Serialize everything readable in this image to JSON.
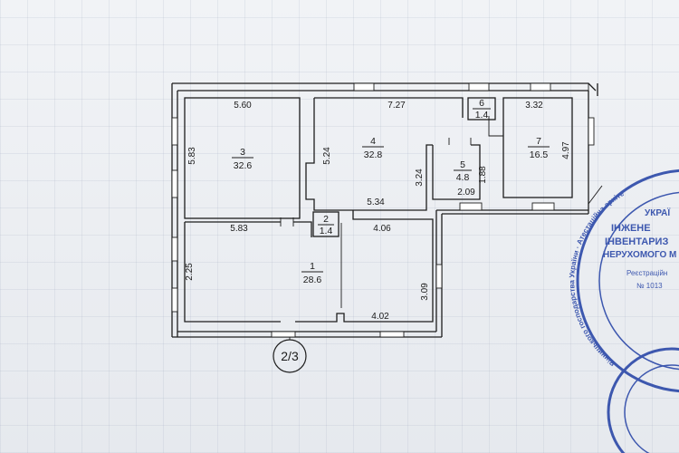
{
  "plan": {
    "sheet_label": "2/3",
    "rooms": [
      {
        "id": "room-1",
        "number": "1",
        "area": "28.6"
      },
      {
        "id": "room-2",
        "number": "2",
        "area": "1.4"
      },
      {
        "id": "room-3",
        "number": "3",
        "area": "32.6"
      },
      {
        "id": "room-4",
        "number": "4",
        "area": "32.8"
      },
      {
        "id": "room-5",
        "number": "5",
        "area": "4.8"
      },
      {
        "id": "room-6",
        "number": "6",
        "area": "1.4"
      },
      {
        "id": "room-7",
        "number": "7",
        "area": "16.5"
      }
    ],
    "dimensions": {
      "r3_top": "5.60",
      "r3_side": "5.83",
      "r4_top": "7.27",
      "r4_side": "5.24",
      "r4_right": "3.24",
      "r4_bottom": "5.34",
      "r7_top": "3.32",
      "r7_side": "4.97",
      "r5_bottom": "2.09",
      "r5_side": "1.88",
      "r1_top_left": "5.83",
      "r1_side": "2.25",
      "r1_top_right": "4.06",
      "r1_right": "3.09",
      "r1_bottom": "4.02"
    }
  },
  "stamp": {
    "lines": [
      "УКРАЇ",
      "ІНЖЕНЕ",
      "ІНВЕНТАРИЗ",
      "НЕРУХОМОГО М",
      "Реєстраційн",
      "№ 1013"
    ],
    "ring_text": "Вінницького господарства України · Атестаційна архітектурно"
  }
}
